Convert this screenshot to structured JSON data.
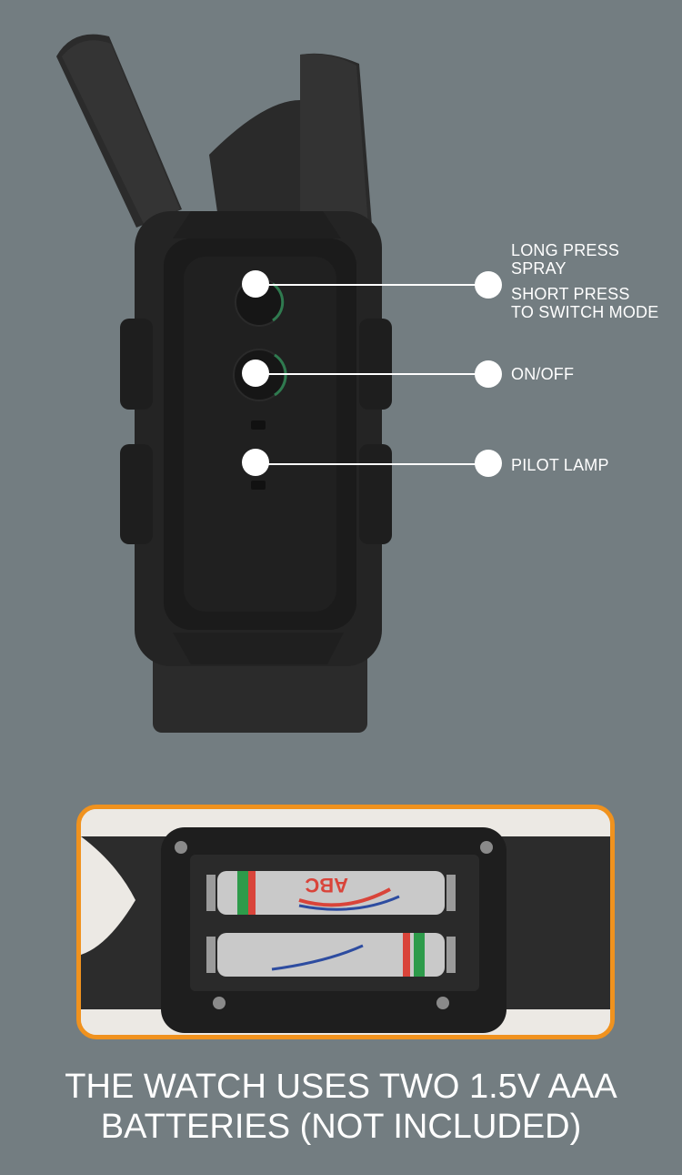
{
  "callouts": {
    "long_press": "LONG PRESS",
    "spray": "SPRAY",
    "short_press": "SHORT PRESS",
    "switch_mode": "TO SWITCH MODE",
    "on_off": "ON/OFF",
    "pilot_lamp": "PILOT LAMP"
  },
  "battery_brand": "ABC",
  "caption": {
    "line1": "THE WATCH USES TWO 1.5V AAA",
    "line2": "BATTERIES (NOT INCLUDED)"
  },
  "colors": {
    "background": "#737d81",
    "accent_frame": "#f0921e",
    "text": "#ffffff"
  }
}
